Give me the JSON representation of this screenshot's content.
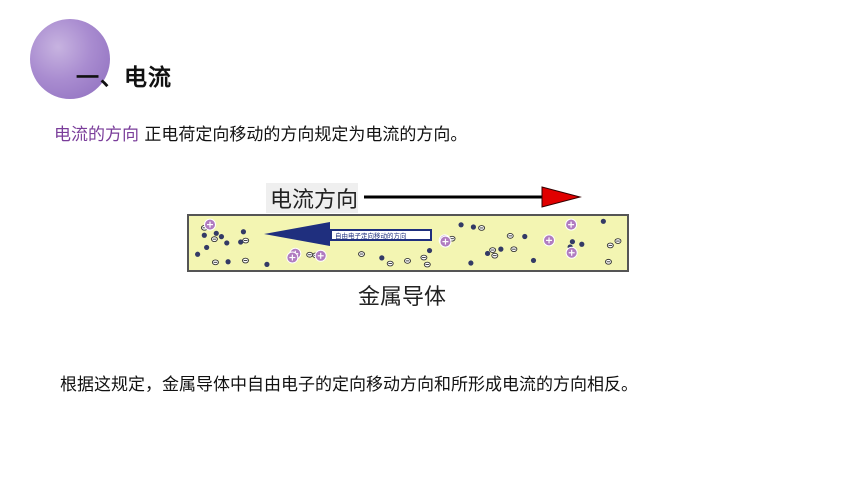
{
  "section": {
    "title": "一、电流"
  },
  "definition": {
    "term": "电流的方向",
    "text": "正电荷定向移动的方向规定为电流的方向。"
  },
  "diagram": {
    "current_label": "电流方向",
    "electron_label": "自由电子定向移动的方向",
    "conductor_label": "金属导体",
    "colors": {
      "conductor_fill": "#f3f5b2",
      "arrow_red": "#e00000",
      "arrow_navy": "#1f2f7e",
      "positive_ion": "#b07cc0"
    }
  },
  "summary": {
    "text": "根据这规定，金属导体中自由电子的定向移动方向和所形成电流的方向相反。"
  }
}
